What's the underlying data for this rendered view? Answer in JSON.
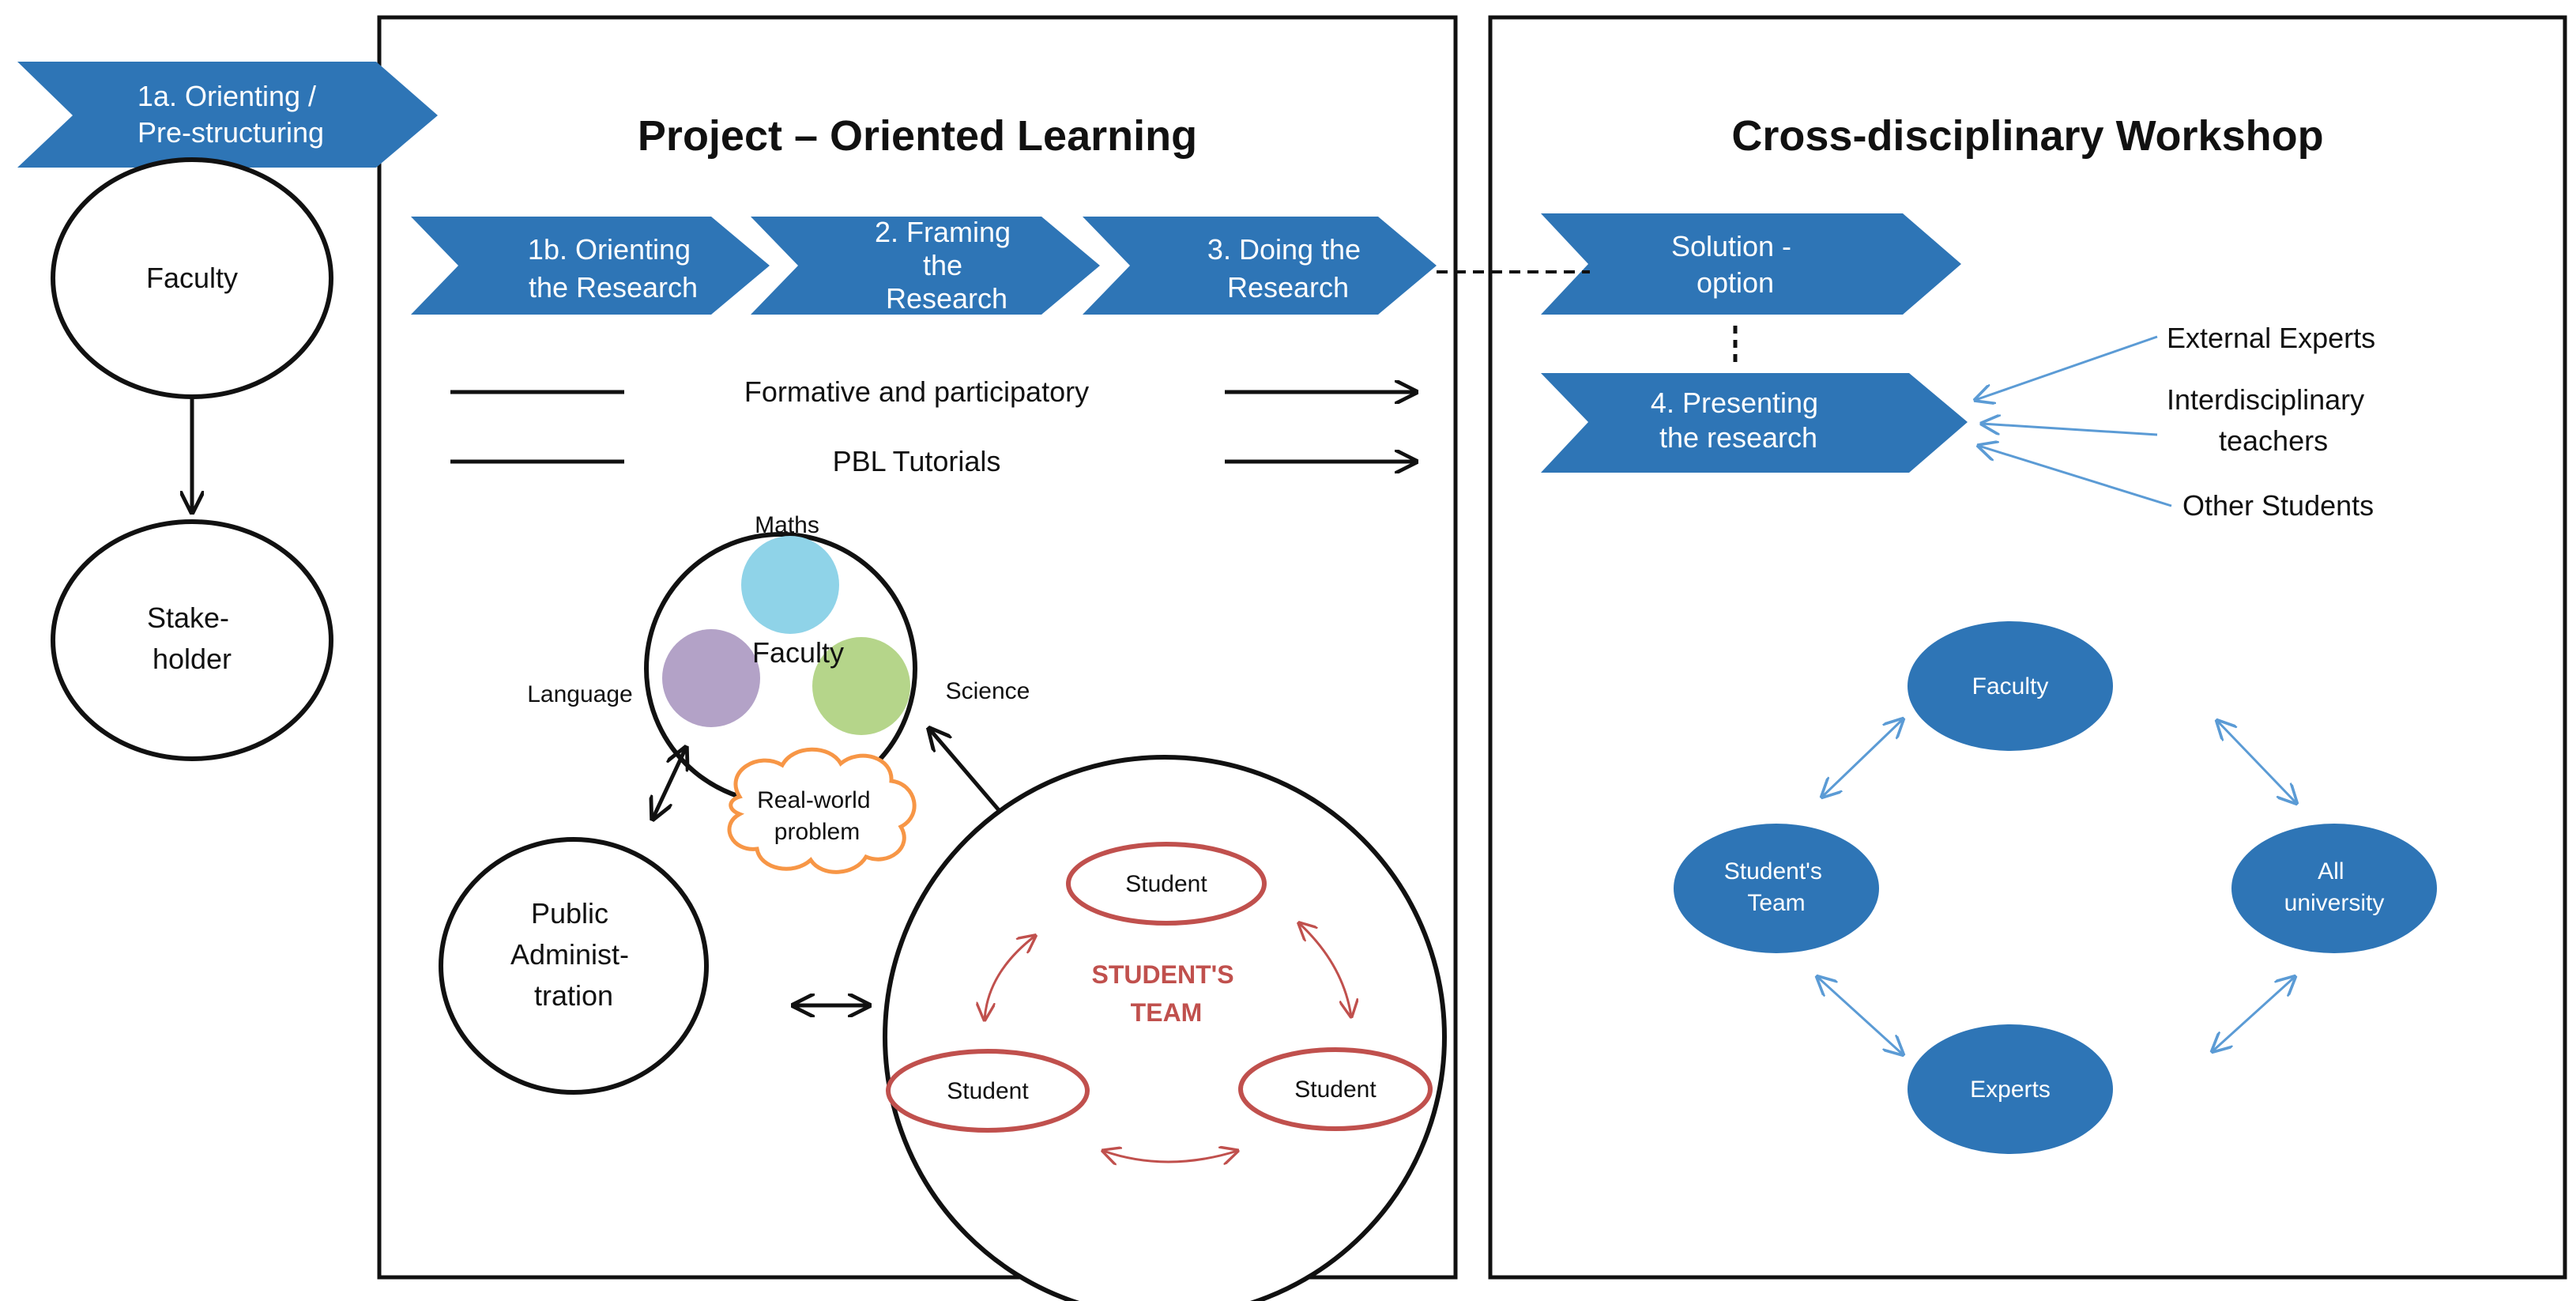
{
  "panels": {
    "pol_title": "Project – Oriented Learning",
    "cdw_title": "Cross-disciplinary Workshop"
  },
  "steps": {
    "s1a": [
      "1a. Orienting /",
      "Pre-structuring"
    ],
    "s1b": [
      "1b. Orienting",
      "the Research"
    ],
    "s2": [
      "2. Framing",
      "the",
      "Research"
    ],
    "s3": [
      "3. Doing the",
      "Research"
    ],
    "solution": [
      "Solution -",
      "option"
    ],
    "s4": [
      "4. Presenting",
      "the research"
    ]
  },
  "left_flow": {
    "faculty": "Faculty",
    "stakeholder": [
      "Stake-",
      "holder"
    ]
  },
  "tracks": {
    "formative": "Formative and participatory",
    "pbl": "PBL Tutorials"
  },
  "faculty_cluster": {
    "center": "Faculty",
    "maths": "Maths",
    "language": "Language",
    "science": "Science",
    "colors": {
      "maths": "#8fd3e8",
      "language": "#b3a2c7",
      "science": "#b5d58a"
    }
  },
  "real_world": [
    "Real-world",
    "problem"
  ],
  "public_admin": [
    "Public",
    "Administ-",
    "tration"
  ],
  "student_team": {
    "label": [
      "STUDENT'S",
      "TEAM"
    ],
    "members": [
      "Student",
      "Student",
      "Student"
    ]
  },
  "feedback": {
    "sources": [
      "External Experts",
      "Interdisciplinary",
      "teachers",
      "Other Students"
    ]
  },
  "workshop_cycle": {
    "faculty": "Faculty",
    "all_university": [
      "All",
      "university"
    ],
    "experts": "Experts",
    "students_team": [
      "Student's",
      "Team"
    ]
  },
  "colors": {
    "accent_blue": "#2e75b6",
    "team_red": "#c0504d",
    "cloud_orange": "#f79646",
    "feedback_arrow": "#5b9bd5"
  }
}
